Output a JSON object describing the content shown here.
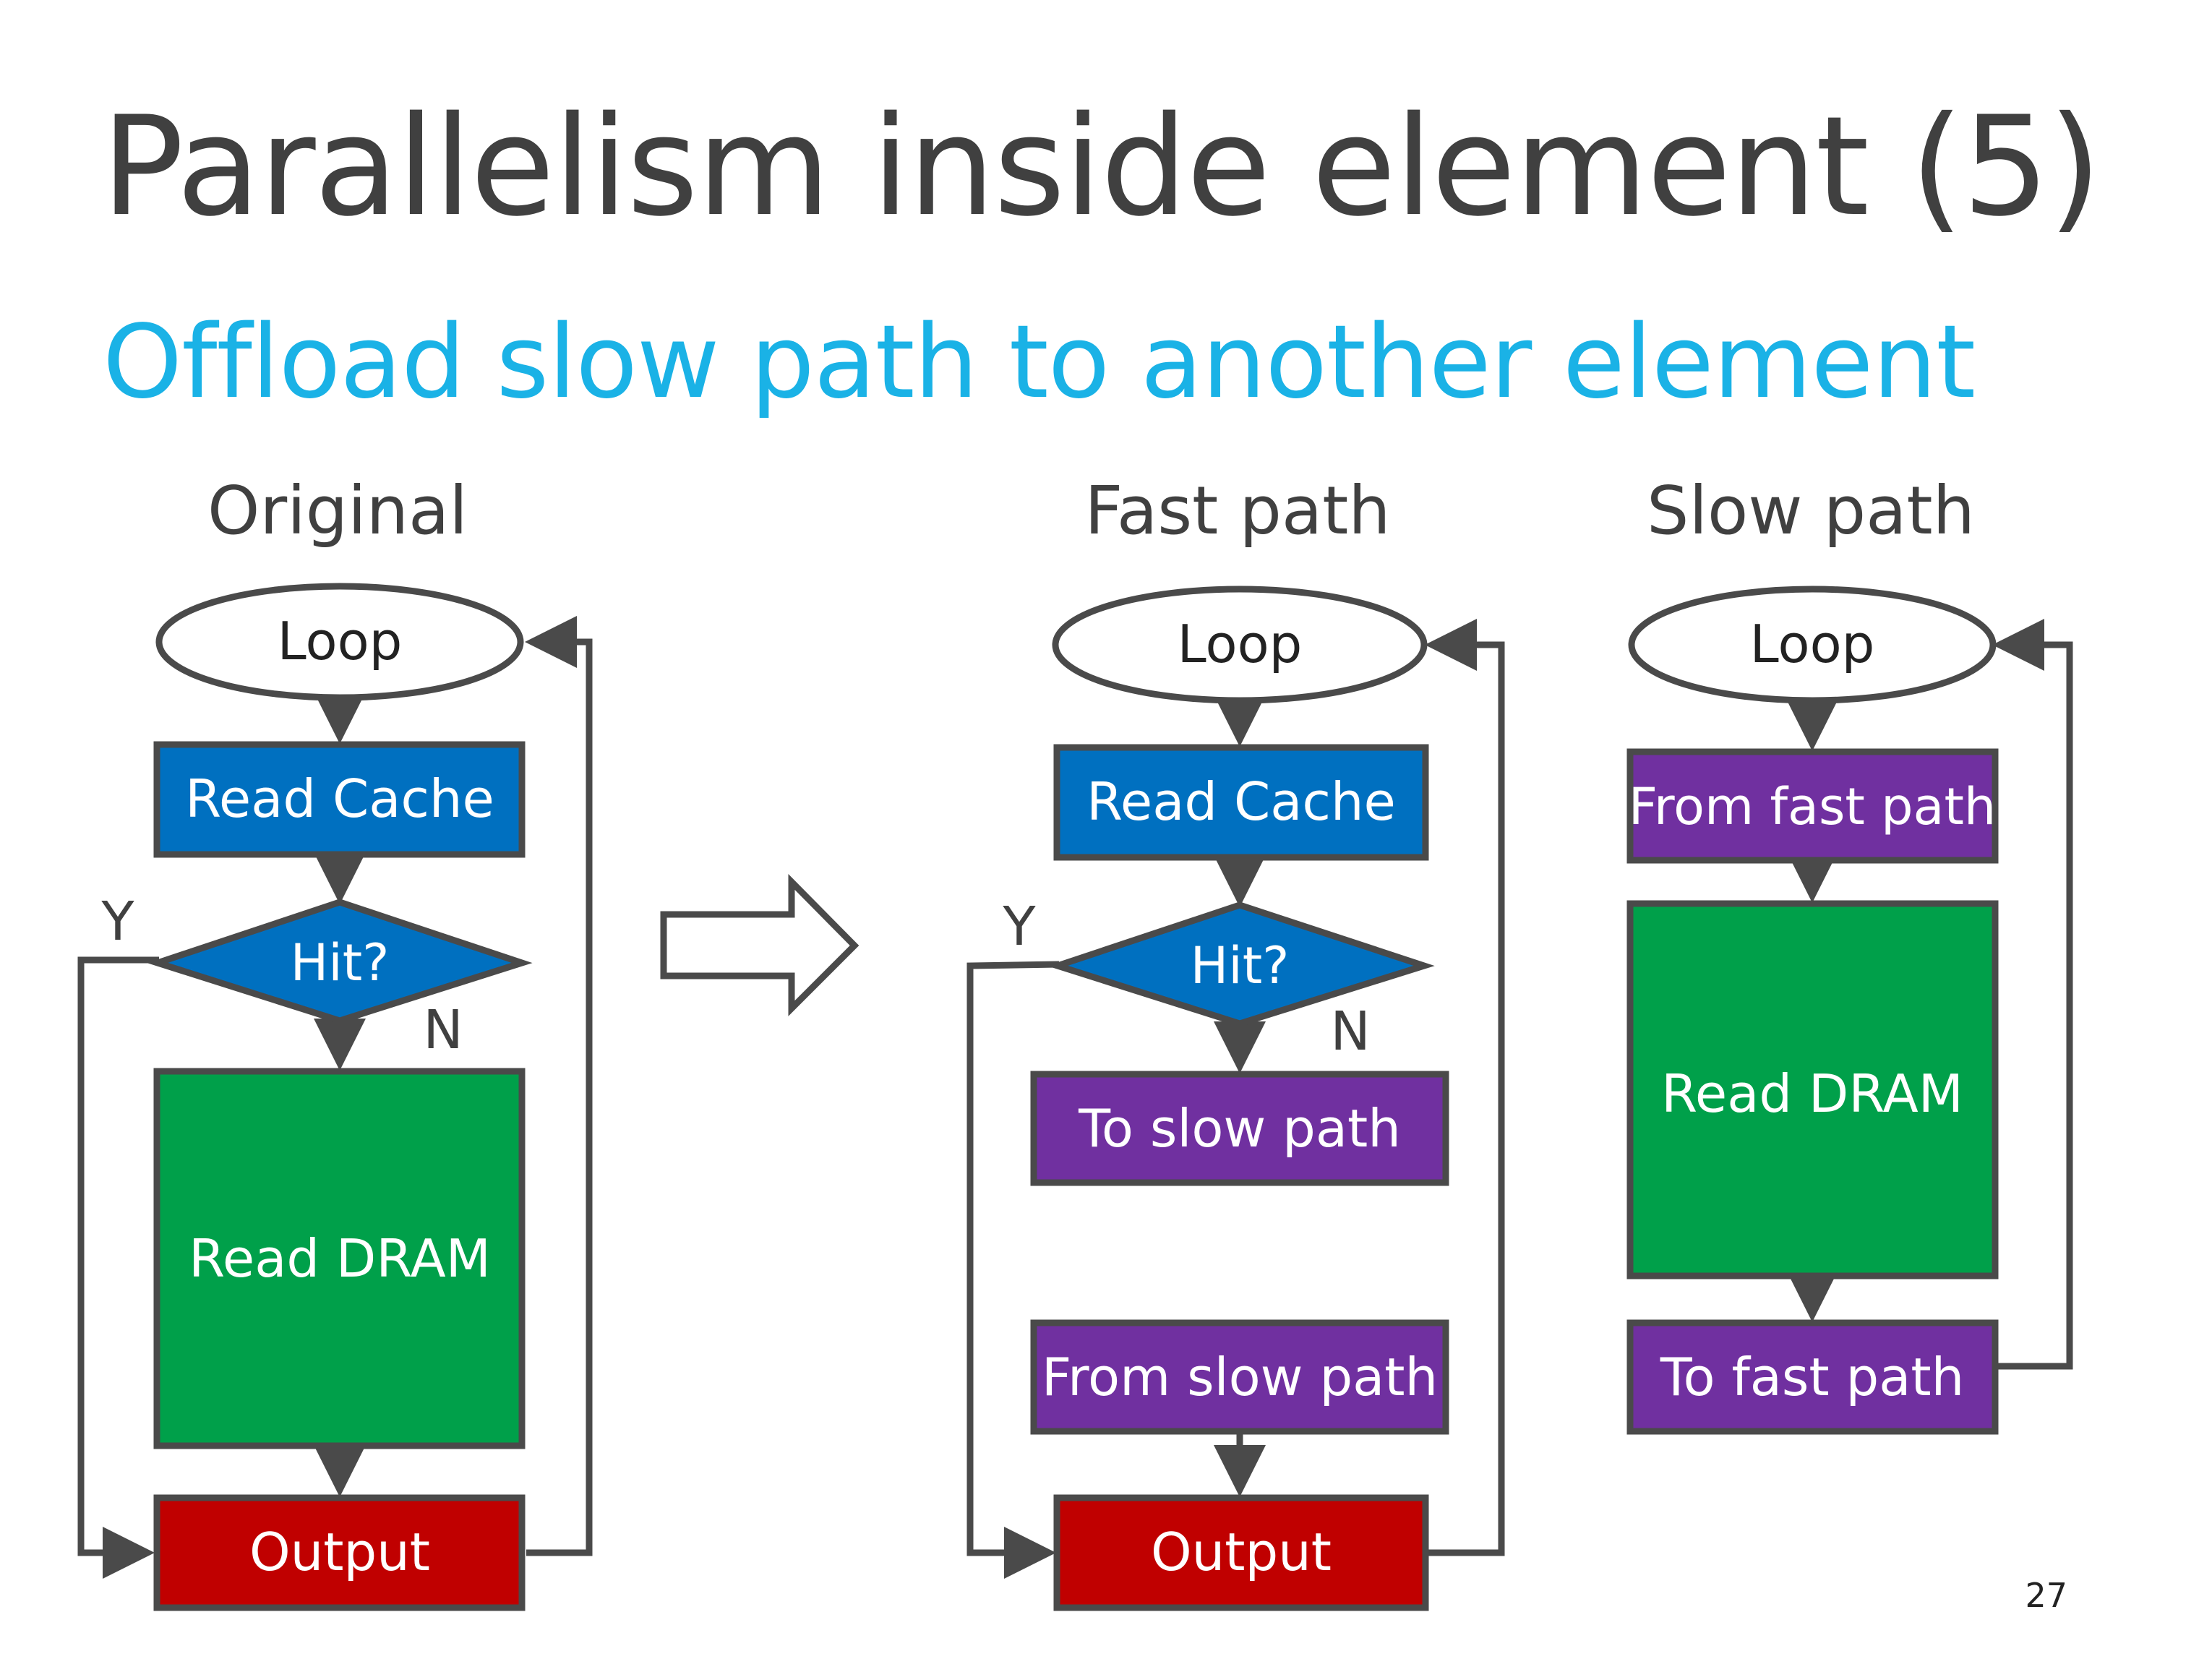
{
  "slide": {
    "title": "Parallelism inside element (5)",
    "subtitle": "Offload slow path to another element",
    "page_number": "27"
  },
  "colors": {
    "blue": "#0070c0",
    "green": "#00a04a",
    "purple": "#7030a0",
    "red": "#c00000",
    "line": "#4a4a4a",
    "title": "#404040",
    "subtitle": "#1ab2e6"
  },
  "original": {
    "heading": "Original",
    "loop": "Loop",
    "read_cache": "Read Cache",
    "hit": "Hit?",
    "yes": "Y",
    "no": "N",
    "read_dram": "Read DRAM",
    "output": "Output"
  },
  "fast_path": {
    "heading": "Fast path",
    "loop": "Loop",
    "read_cache": "Read Cache",
    "hit": "Hit?",
    "yes": "Y",
    "no": "N",
    "to_slow": "To slow path",
    "from_slow": "From slow path",
    "output": "Output"
  },
  "slow_path": {
    "heading": "Slow path",
    "loop": "Loop",
    "from_fast": "From fast path",
    "read_dram": "Read DRAM",
    "to_fast": "To fast path"
  }
}
